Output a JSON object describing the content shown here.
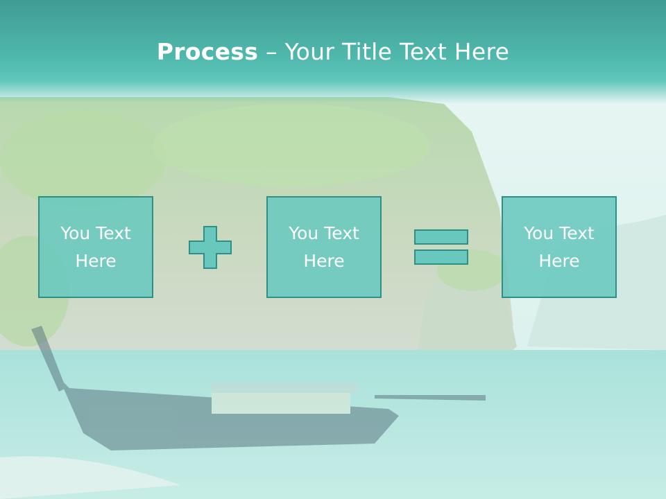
{
  "slide": {
    "title_bold": "Process",
    "title_separator": " – ",
    "title_rest": "Your Title Text Here"
  },
  "boxes": [
    {
      "text": "You Text\nHere"
    },
    {
      "text": "You Text\nHere"
    },
    {
      "text": "You Text\nHere"
    }
  ],
  "operators": [
    "plus-icon",
    "equals-icon"
  ],
  "colors": {
    "header": "#4fb8ad",
    "box_fill": "#69c8be",
    "box_border": "#2e8f86",
    "text": "#ffffff"
  }
}
